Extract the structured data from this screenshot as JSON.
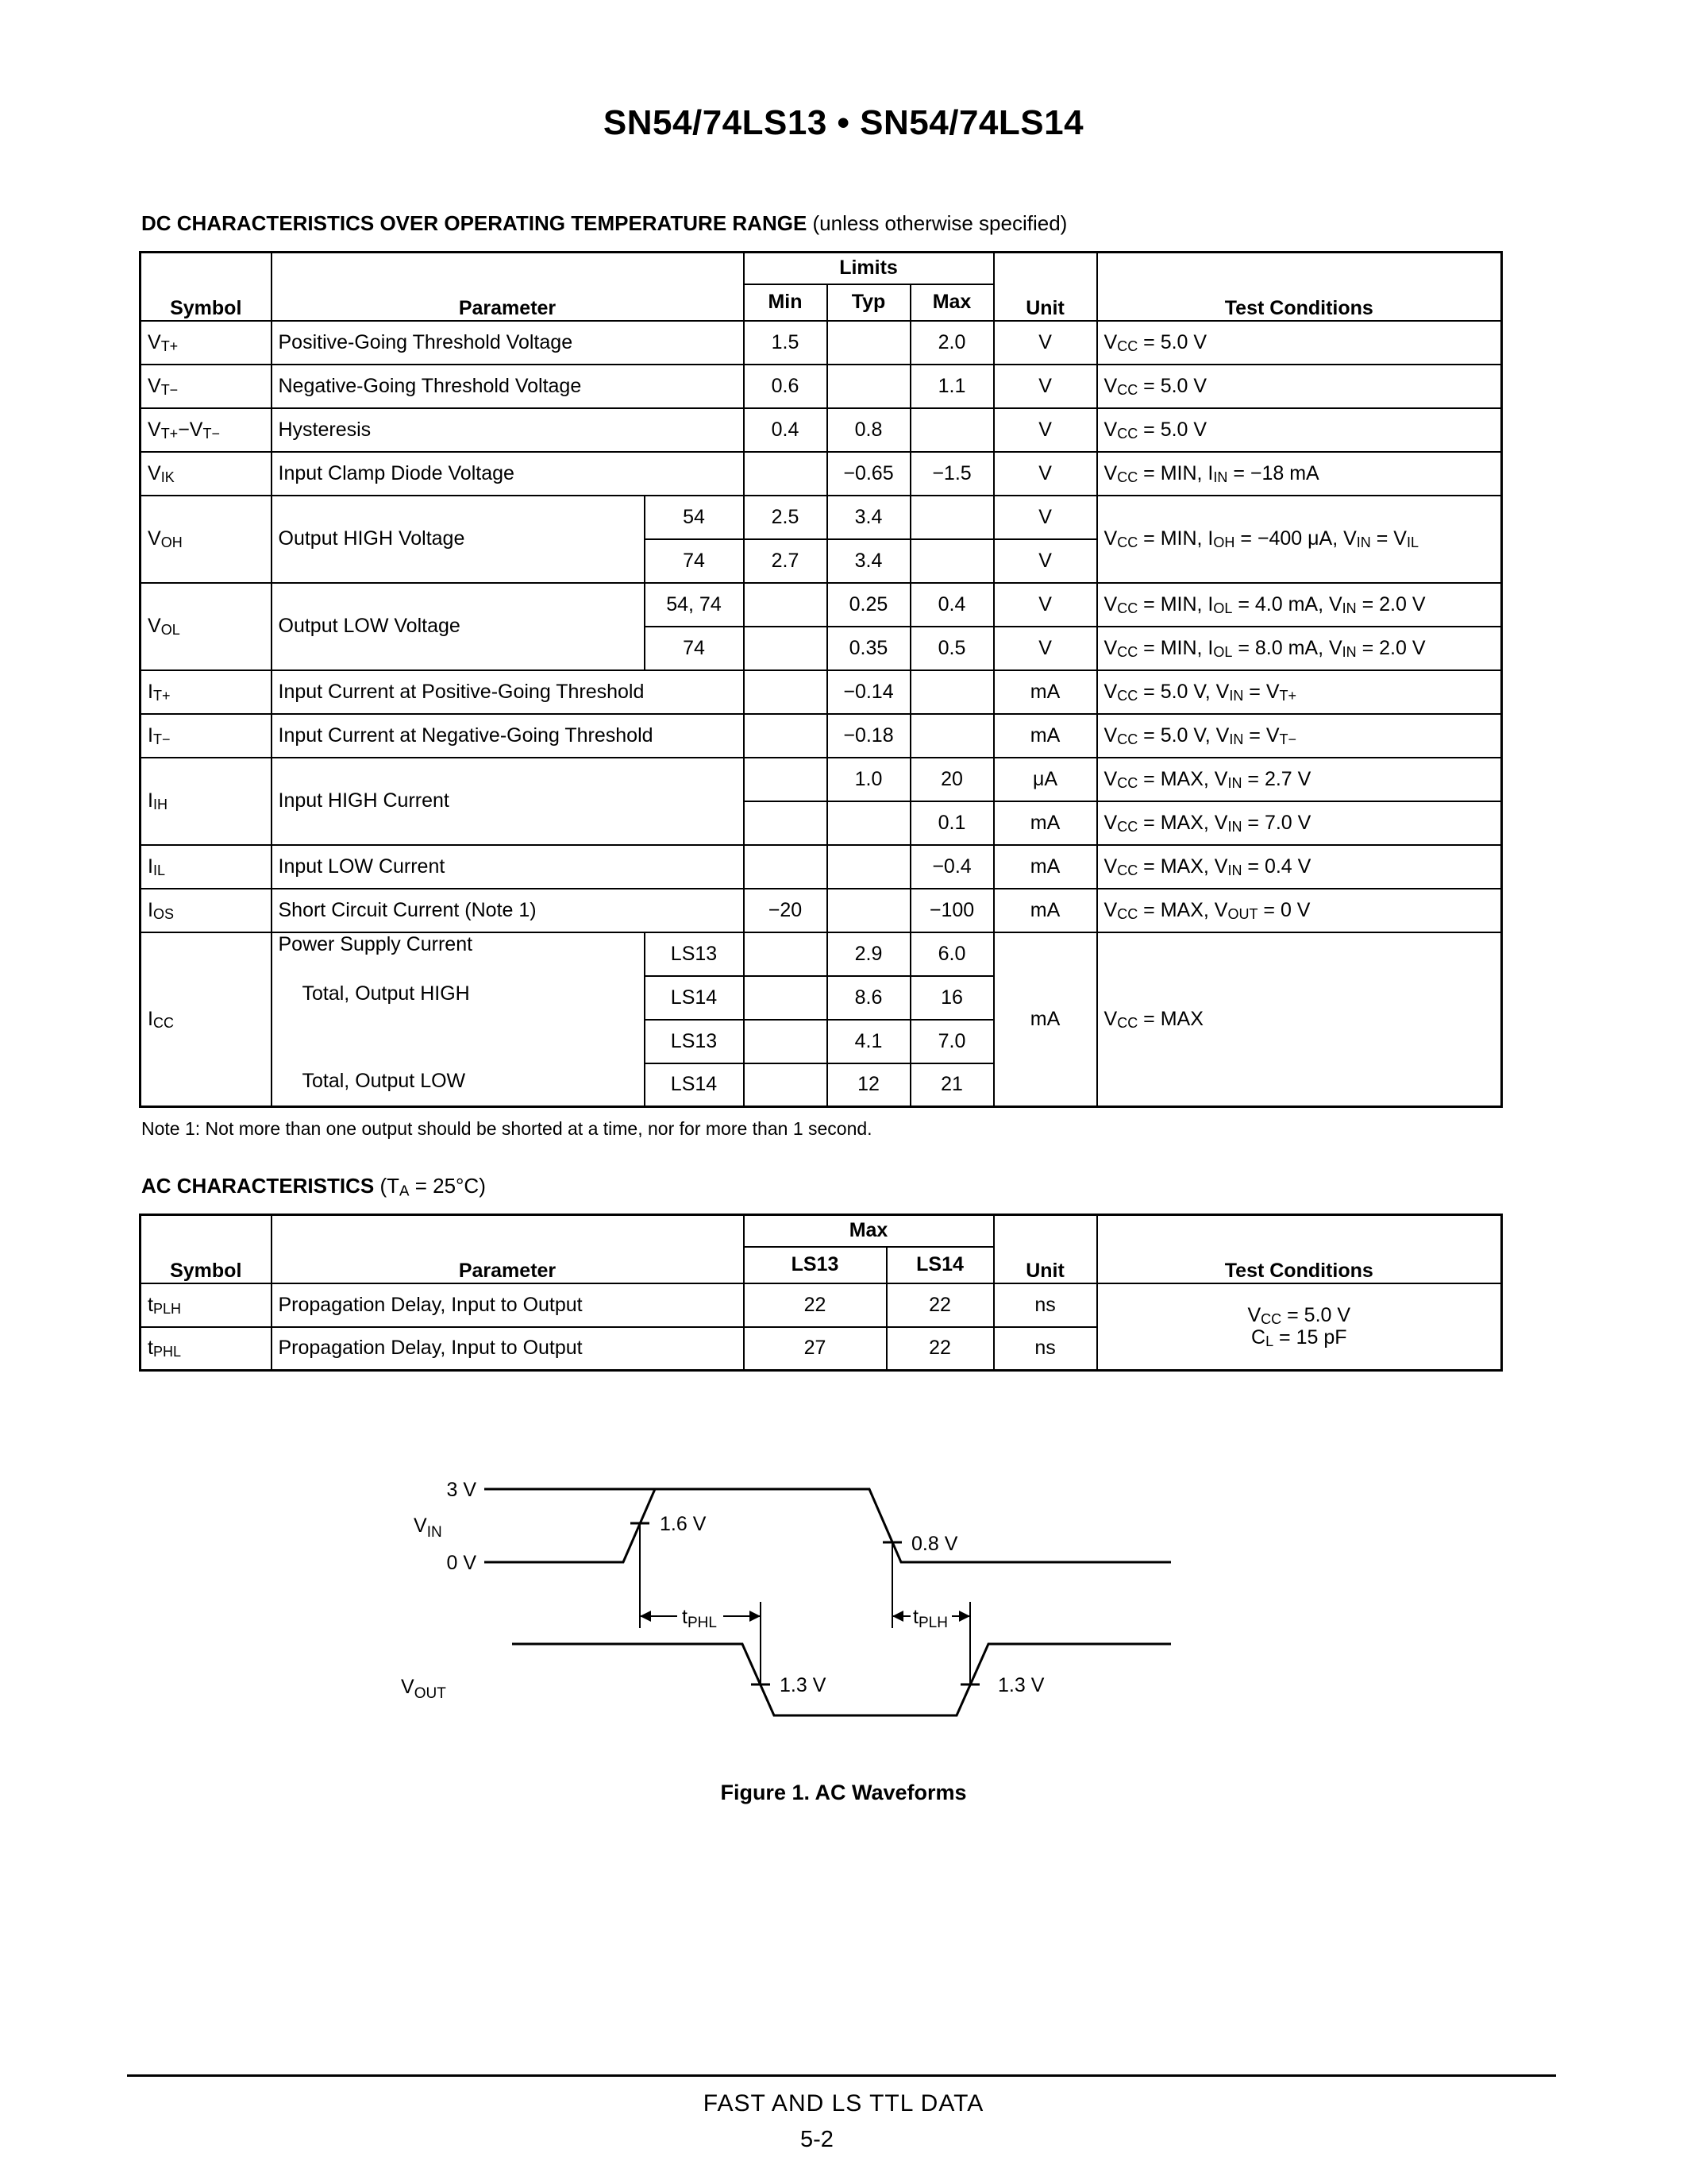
{
  "page": {
    "title": "SN54/74LS13 • SN54/74LS14",
    "footer": "FAST AND LS TTL DATA",
    "page_number": "5-2"
  },
  "dc": {
    "heading": "DC CHARACTERISTICS OVER OPERATING TEMPERATURE RANGE",
    "heading_note": " (unless otherwise specified)",
    "note": "Note 1: Not more than one output should be shorted at a time, nor for more than 1 second.",
    "headers": {
      "symbol": "Symbol",
      "parameter": "Parameter",
      "limits": "Limits",
      "min": "Min",
      "typ": "Typ",
      "max": "Max",
      "unit": "Unit",
      "test": "Test Conditions"
    },
    "rows": {
      "vtplus": {
        "sym": "V<sub>T+</sub>",
        "param": "Positive-Going Threshold Voltage",
        "min": "1.5",
        "typ": "",
        "max": "2.0",
        "unit": "V",
        "tc": "V<sub>CC</sub> = 5.0 V"
      },
      "vtminus": {
        "sym": "V<sub>T−</sub>",
        "param": "Negative-Going Threshold Voltage",
        "min": "0.6",
        "typ": "",
        "max": "1.1",
        "unit": "V",
        "tc": "V<sub>CC</sub> = 5.0 V"
      },
      "hyst": {
        "sym": "V<sub>T+</sub>−V<sub>T−</sub>",
        "param": "Hysteresis",
        "min": "0.4",
        "typ": "0.8",
        "max": "",
        "unit": "V",
        "tc": "V<sub>CC</sub> = 5.0 V"
      },
      "vik": {
        "sym": "V<sub>IK</sub>",
        "param": "Input Clamp Diode Voltage",
        "min": "",
        "typ": "−0.65",
        "max": "−1.5",
        "unit": "V",
        "tc": "V<sub>CC</sub> = MIN, I<sub>IN</sub> = −18 mA"
      },
      "voh": {
        "sym": "V<sub>OH</sub>",
        "param": "Output HIGH Voltage",
        "tc": "V<sub>CC</sub> = MIN, I<sub>OH</sub> = −400 μA, V<sub>IN</sub> = V<sub>IL</sub>",
        "sub1": {
          "variant": "54",
          "min": "2.5",
          "typ": "3.4",
          "max": "",
          "unit": "V"
        },
        "sub2": {
          "variant": "74",
          "min": "2.7",
          "typ": "3.4",
          "max": "",
          "unit": "V"
        }
      },
      "vol": {
        "sym": "V<sub>OL</sub>",
        "param": "Output LOW Voltage",
        "sub1": {
          "variant": "54, 74",
          "min": "",
          "typ": "0.25",
          "max": "0.4",
          "unit": "V",
          "tc": "V<sub>CC</sub> = MIN, I<sub>OL</sub> = 4.0 mA, V<sub>IN</sub> = 2.0 V"
        },
        "sub2": {
          "variant": "74",
          "min": "",
          "typ": "0.35",
          "max": "0.5",
          "unit": "V",
          "tc": "V<sub>CC</sub> = MIN, I<sub>OL</sub> = 8.0 mA, V<sub>IN</sub> = 2.0 V"
        }
      },
      "itplus": {
        "sym": "I<sub>T+</sub>",
        "param": "Input Current at Positive-Going Threshold",
        "min": "",
        "typ": "−0.14",
        "max": "",
        "unit": "mA",
        "tc": "V<sub>CC</sub> = 5.0 V, V<sub>IN</sub> = V<sub>T+</sub>"
      },
      "itminus": {
        "sym": "I<sub>T−</sub>",
        "param": "Input Current at Negative-Going Threshold",
        "min": "",
        "typ": "−0.18",
        "max": "",
        "unit": "mA",
        "tc": "V<sub>CC</sub> = 5.0 V, V<sub>IN</sub> = V<sub>T−</sub>"
      },
      "iih": {
        "sym": "I<sub>IH</sub>",
        "param": "Input HIGH Current",
        "sub1": {
          "min": "",
          "typ": "1.0",
          "max": "20",
          "unit": "μA",
          "tc": "V<sub>CC</sub> = MAX, V<sub>IN</sub> = 2.7 V"
        },
        "sub2": {
          "min": "",
          "typ": "",
          "max": "0.1",
          "unit": "mA",
          "tc": "V<sub>CC</sub> = MAX, V<sub>IN</sub> = 7.0 V"
        }
      },
      "iil": {
        "sym": "I<sub>IL</sub>",
        "param": "Input LOW Current",
        "min": "",
        "typ": "",
        "max": "−0.4",
        "unit": "mA",
        "tc": "V<sub>CC</sub> = MAX, V<sub>IN</sub> = 0.4 V"
      },
      "ios": {
        "sym": "I<sub>OS</sub>",
        "param": "Short Circuit Current (Note 1)",
        "min": "−20",
        "typ": "",
        "max": "−100",
        "unit": "mA",
        "tc": "V<sub>CC</sub> = MAX, V<sub>OUT</sub> = 0 V"
      },
      "icc": {
        "sym": "I<sub>CC</sub>",
        "param_line1": "Power Supply Current",
        "param_line2": "Total, Output HIGH",
        "param_line3": "Total, Output LOW",
        "unit": "mA",
        "tc": "V<sub>CC</sub> = MAX",
        "sub1": {
          "variant": "LS13",
          "min": "",
          "typ": "2.9",
          "max": "6.0"
        },
        "sub2": {
          "variant": "LS14",
          "min": "",
          "typ": "8.6",
          "max": "16"
        },
        "sub3": {
          "variant": "LS13",
          "min": "",
          "typ": "4.1",
          "max": "7.0"
        },
        "sub4": {
          "variant": "LS14",
          "min": "",
          "typ": "12",
          "max": "21"
        }
      }
    }
  },
  "ac": {
    "heading": "AC CHARACTERISTICS",
    "heading_note": " (T<sub>A</sub> = 25°C)",
    "headers": {
      "symbol": "Symbol",
      "parameter": "Parameter",
      "max": "Max",
      "ls13": "LS13",
      "ls14": "LS14",
      "unit": "Unit",
      "test": "Test Conditions"
    },
    "rows": {
      "tplh": {
        "sym": "t<sub>PLH</sub>",
        "param": "Propagation Delay, Input to Output",
        "ls13": "22",
        "ls14": "22",
        "unit": "ns"
      },
      "tphl": {
        "sym": "t<sub>PHL</sub>",
        "param": "Propagation Delay, Input to Output",
        "ls13": "27",
        "ls14": "22",
        "unit": "ns"
      }
    },
    "test_conditions": {
      "line1": "V<sub>CC</sub> = 5.0 V",
      "line2": "C<sub>L</sub> = 15 pF"
    }
  },
  "figure": {
    "caption": "Figure 1. AC Waveforms",
    "labels": {
      "v3": "3 V",
      "v0": "0 V",
      "vin_base": "V",
      "vin_sub": "IN",
      "vout_base": "V",
      "vout_sub": "OUT",
      "v16": "1.6 V",
      "v08": "0.8 V",
      "v13_left": "1.3 V",
      "v13_right": "1.3 V",
      "tphl_base": "t",
      "tphl_sub": "PHL",
      "tplh_base": "t",
      "tplh_sub": "PLH"
    }
  }
}
